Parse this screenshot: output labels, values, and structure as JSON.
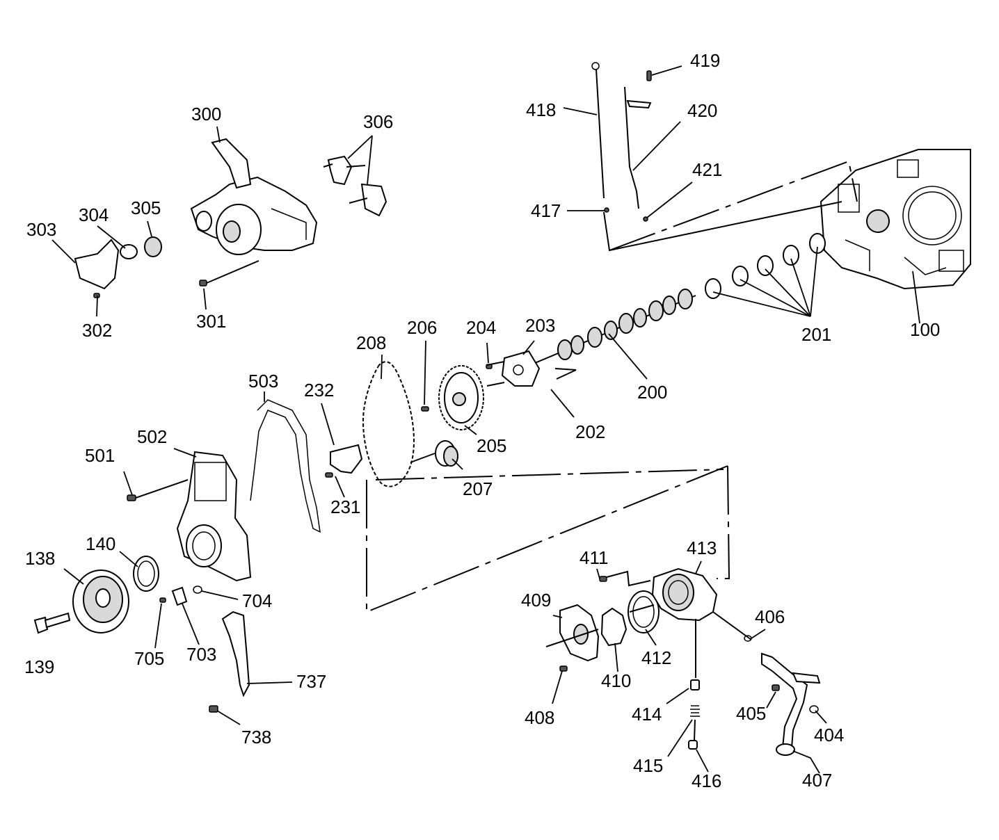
{
  "callouts": {
    "c100": "100",
    "c138": "138",
    "c139": "139",
    "c140": "140",
    "c200": "200",
    "c201": "201",
    "c202": "202",
    "c203": "203",
    "c204": "204",
    "c205": "205",
    "c206": "206",
    "c207": "207",
    "c208": "208",
    "c231": "231",
    "c232": "232",
    "c300": "300",
    "c301": "301",
    "c302": "302",
    "c303": "303",
    "c304": "304",
    "c305": "305",
    "c306": "306",
    "c404": "404",
    "c405": "405",
    "c406": "406",
    "c407": "407",
    "c408": "408",
    "c409": "409",
    "c410": "410",
    "c411": "411",
    "c412": "412",
    "c413": "413",
    "c414": "414",
    "c415": "415",
    "c416": "416",
    "c417": "417",
    "c418": "418",
    "c419": "419",
    "c420": "420",
    "c421": "421",
    "c501": "501",
    "c502": "502",
    "c503": "503",
    "c703": "703",
    "c704": "704",
    "c705": "705",
    "c737": "737",
    "c738": "738"
  }
}
